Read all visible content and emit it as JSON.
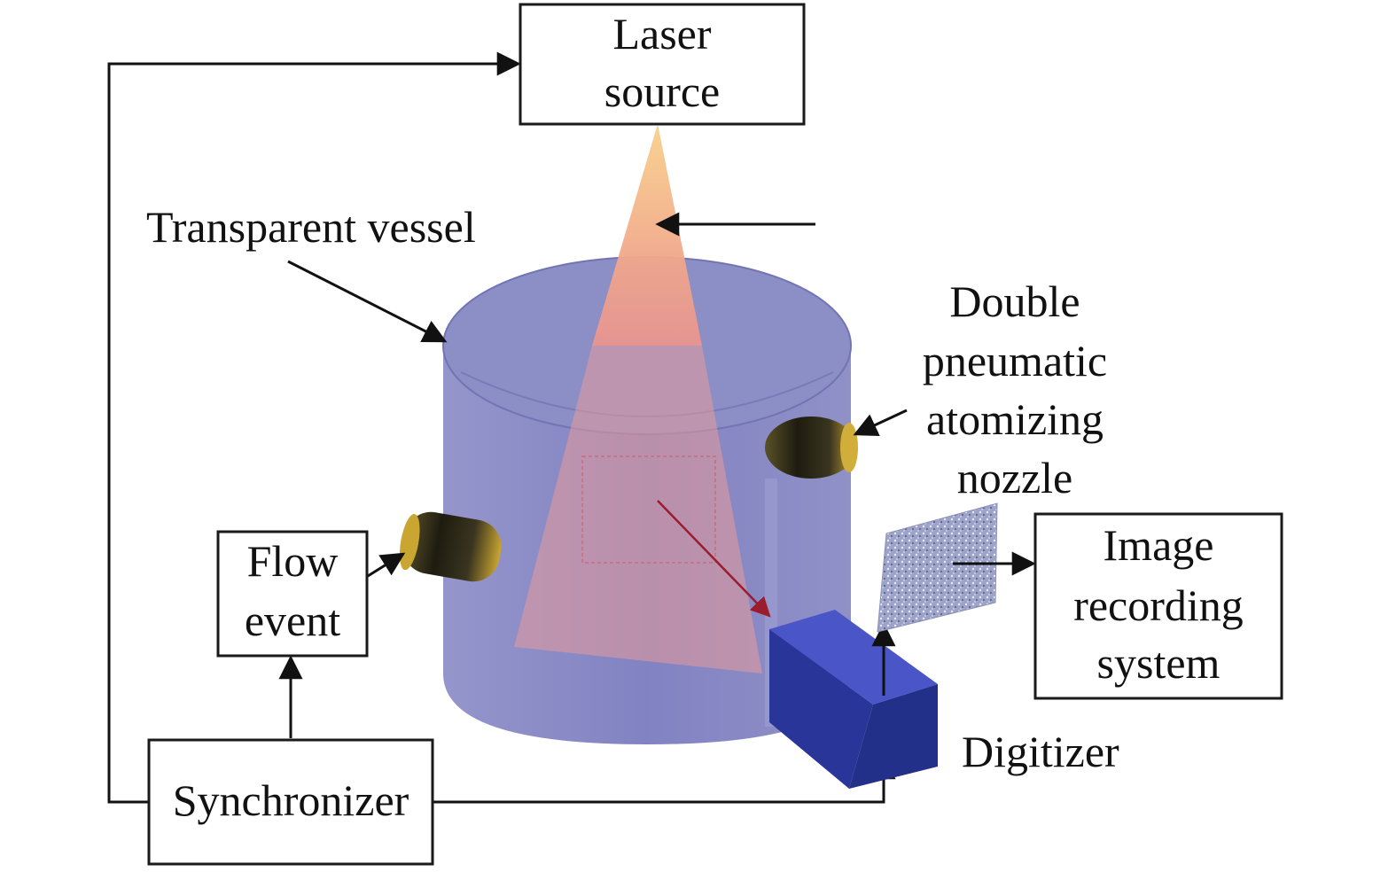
{
  "labels": {
    "laser_source": [
      "Laser",
      "source"
    ],
    "transparent_vessel": "Transparent vessel",
    "nozzle": [
      "Double",
      "pneumatic",
      "atomizing",
      "nozzle"
    ],
    "flow_event": [
      "Flow",
      "event"
    ],
    "image_recording_system": [
      "Image",
      "recording",
      "system"
    ],
    "digitizer": "Digitizer",
    "synchronizer": "Synchronizer"
  },
  "colors": {
    "vessel": "#7d7fbf",
    "laser": "#f3c77a",
    "camera": "#2e3aa8",
    "line": "#111111"
  },
  "icons": [
    "laser-beam",
    "cylinder-vessel",
    "nozzle",
    "camera-box",
    "particle-image"
  ]
}
